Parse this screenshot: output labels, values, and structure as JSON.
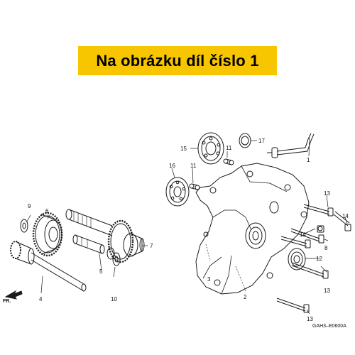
{
  "banner": {
    "text": "Na obrázku díl číslo 1"
  },
  "direction_label": "FR.",
  "drawing_code": "GAH3–E0600A",
  "callouts": [
    "1",
    "2",
    "3",
    "4",
    "5",
    "6",
    "7",
    "8",
    "9",
    "10",
    "11",
    "11",
    "12",
    "13",
    "13",
    "13",
    "14",
    "14",
    "15",
    "16",
    "17"
  ]
}
